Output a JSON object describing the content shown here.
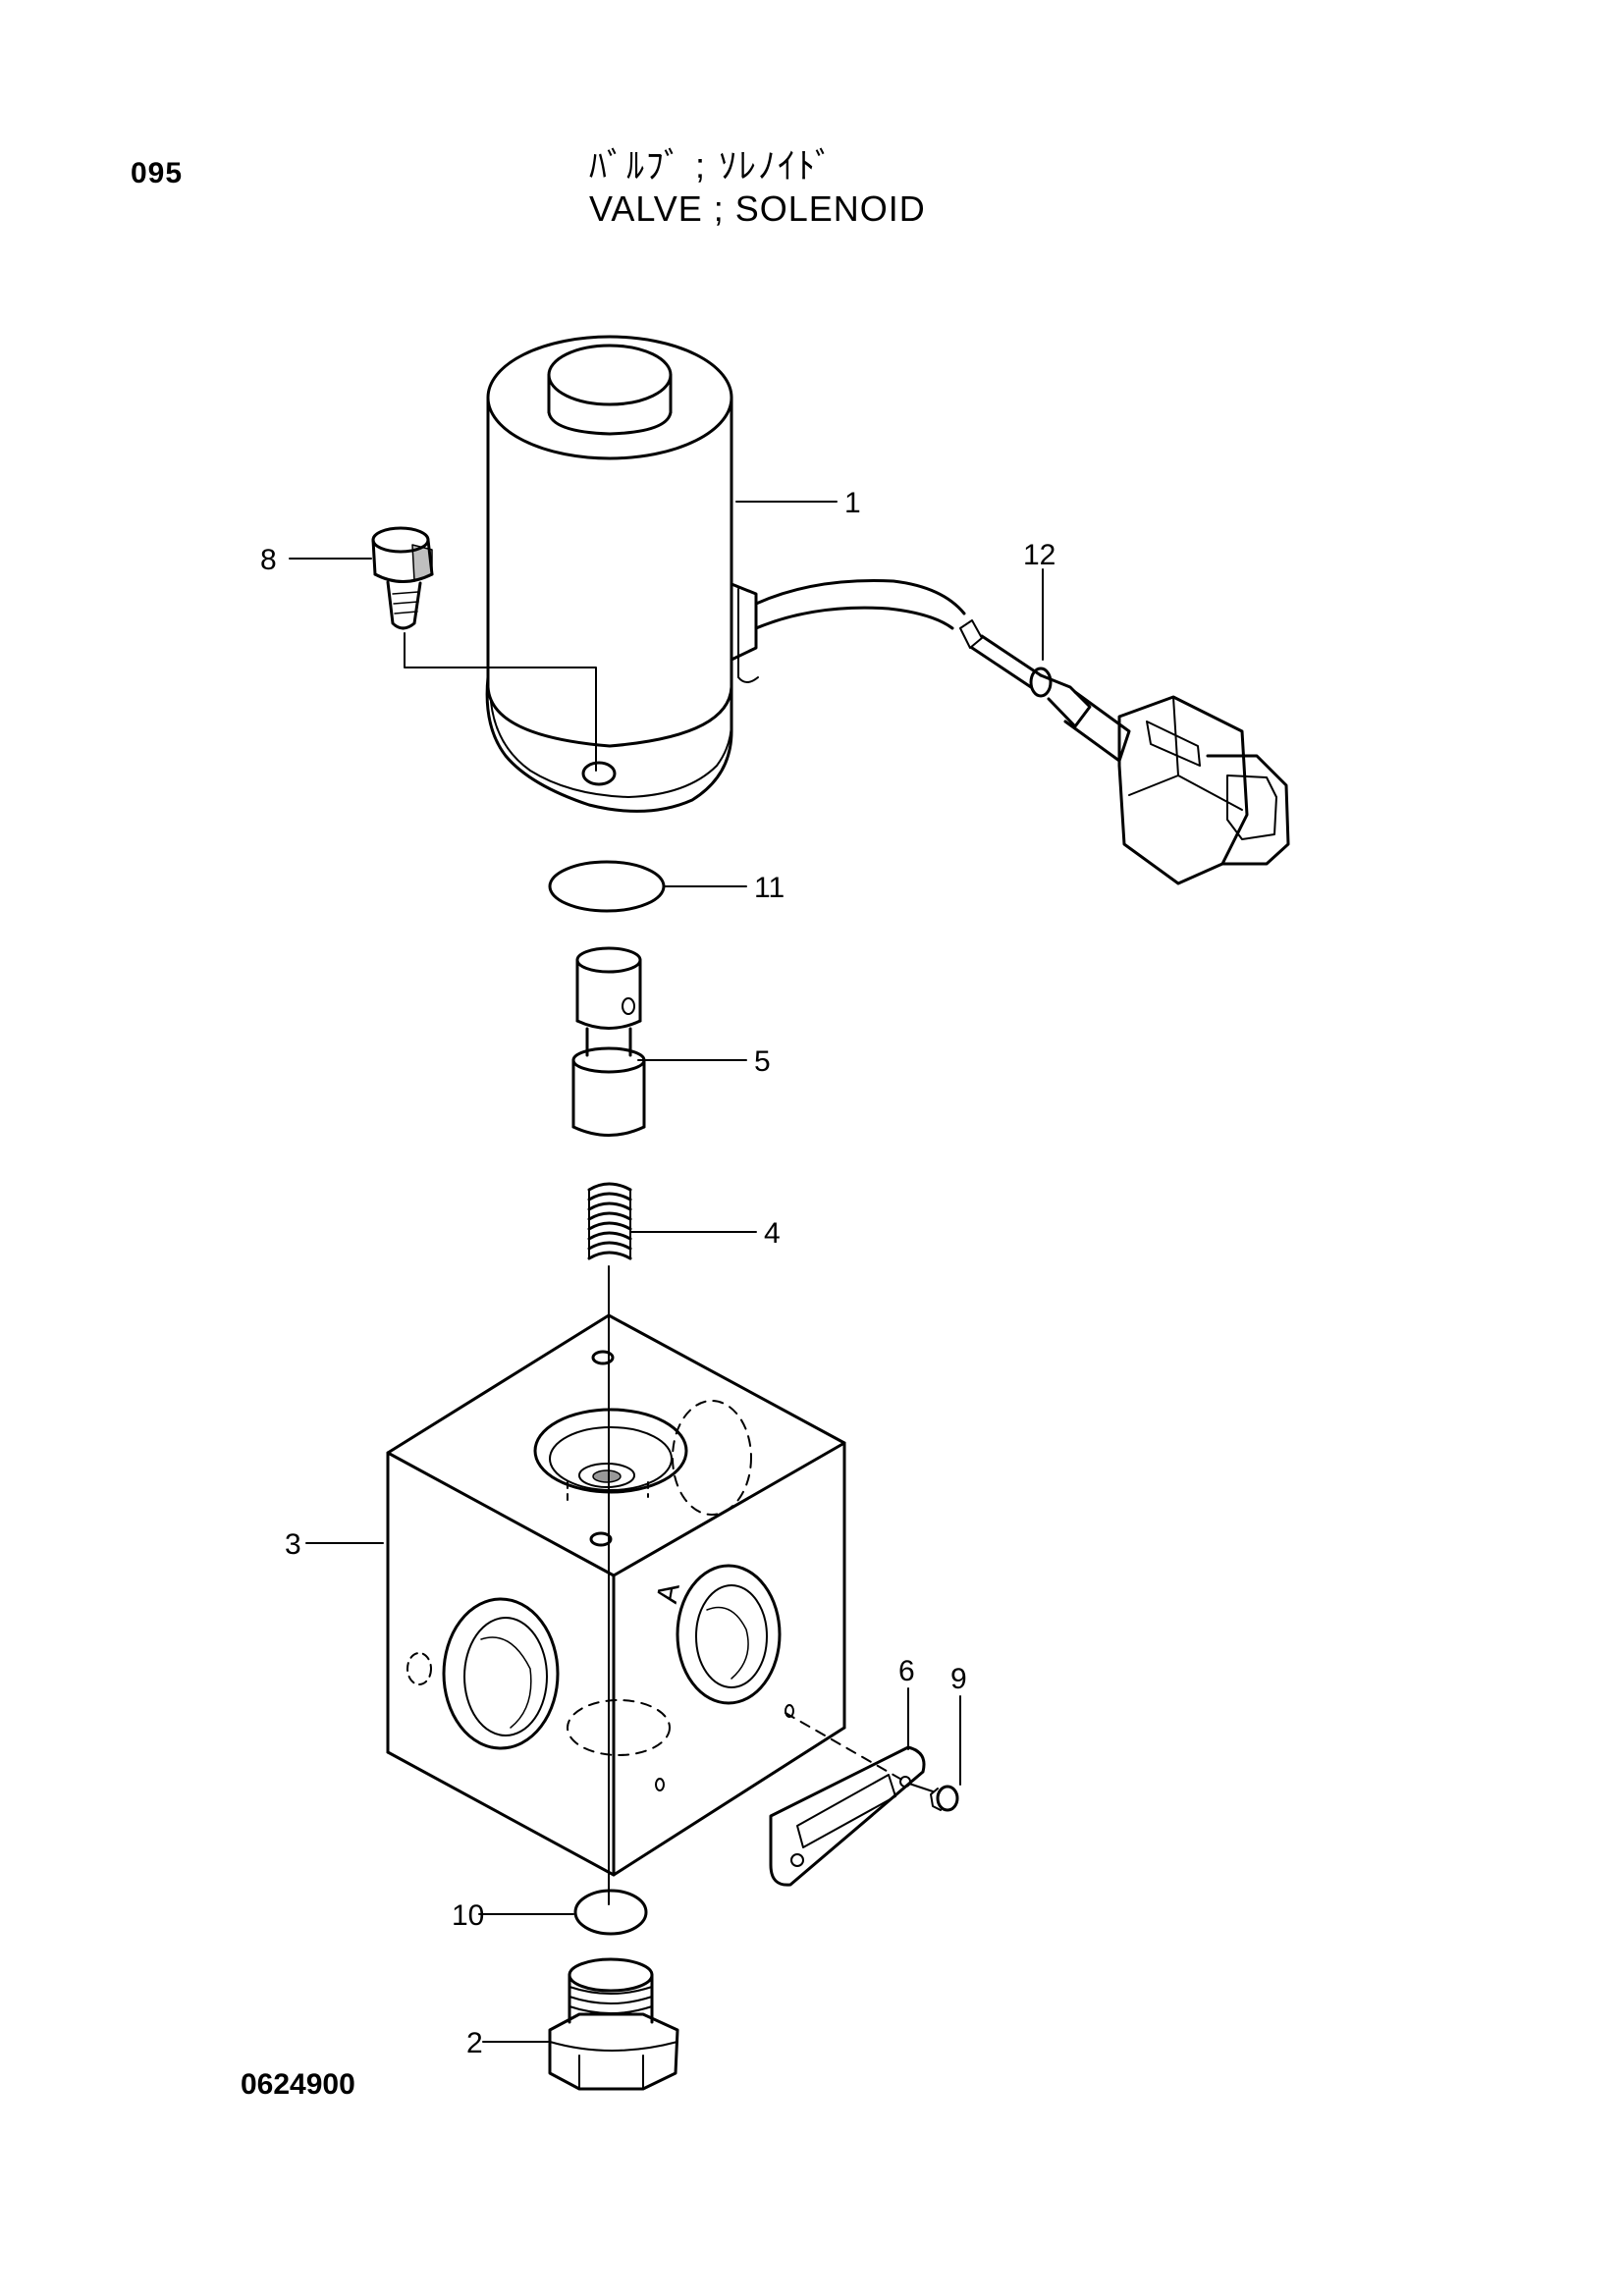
{
  "header": {
    "page_number": "095",
    "title_jp": "ﾊﾞﾙﾌﾞ ; ｿﾚﾉｲﾄﾞ",
    "title_en": "VALVE ; SOLENOID"
  },
  "footer": {
    "drawing_number": "0624900"
  },
  "callouts": {
    "c1": "1",
    "c2": "2",
    "c3": "3",
    "c4": "4",
    "c5": "5",
    "c6": "6",
    "c8": "8",
    "c9": "9",
    "c10": "10",
    "c11": "11",
    "c12": "12",
    "port_a": "A"
  }
}
